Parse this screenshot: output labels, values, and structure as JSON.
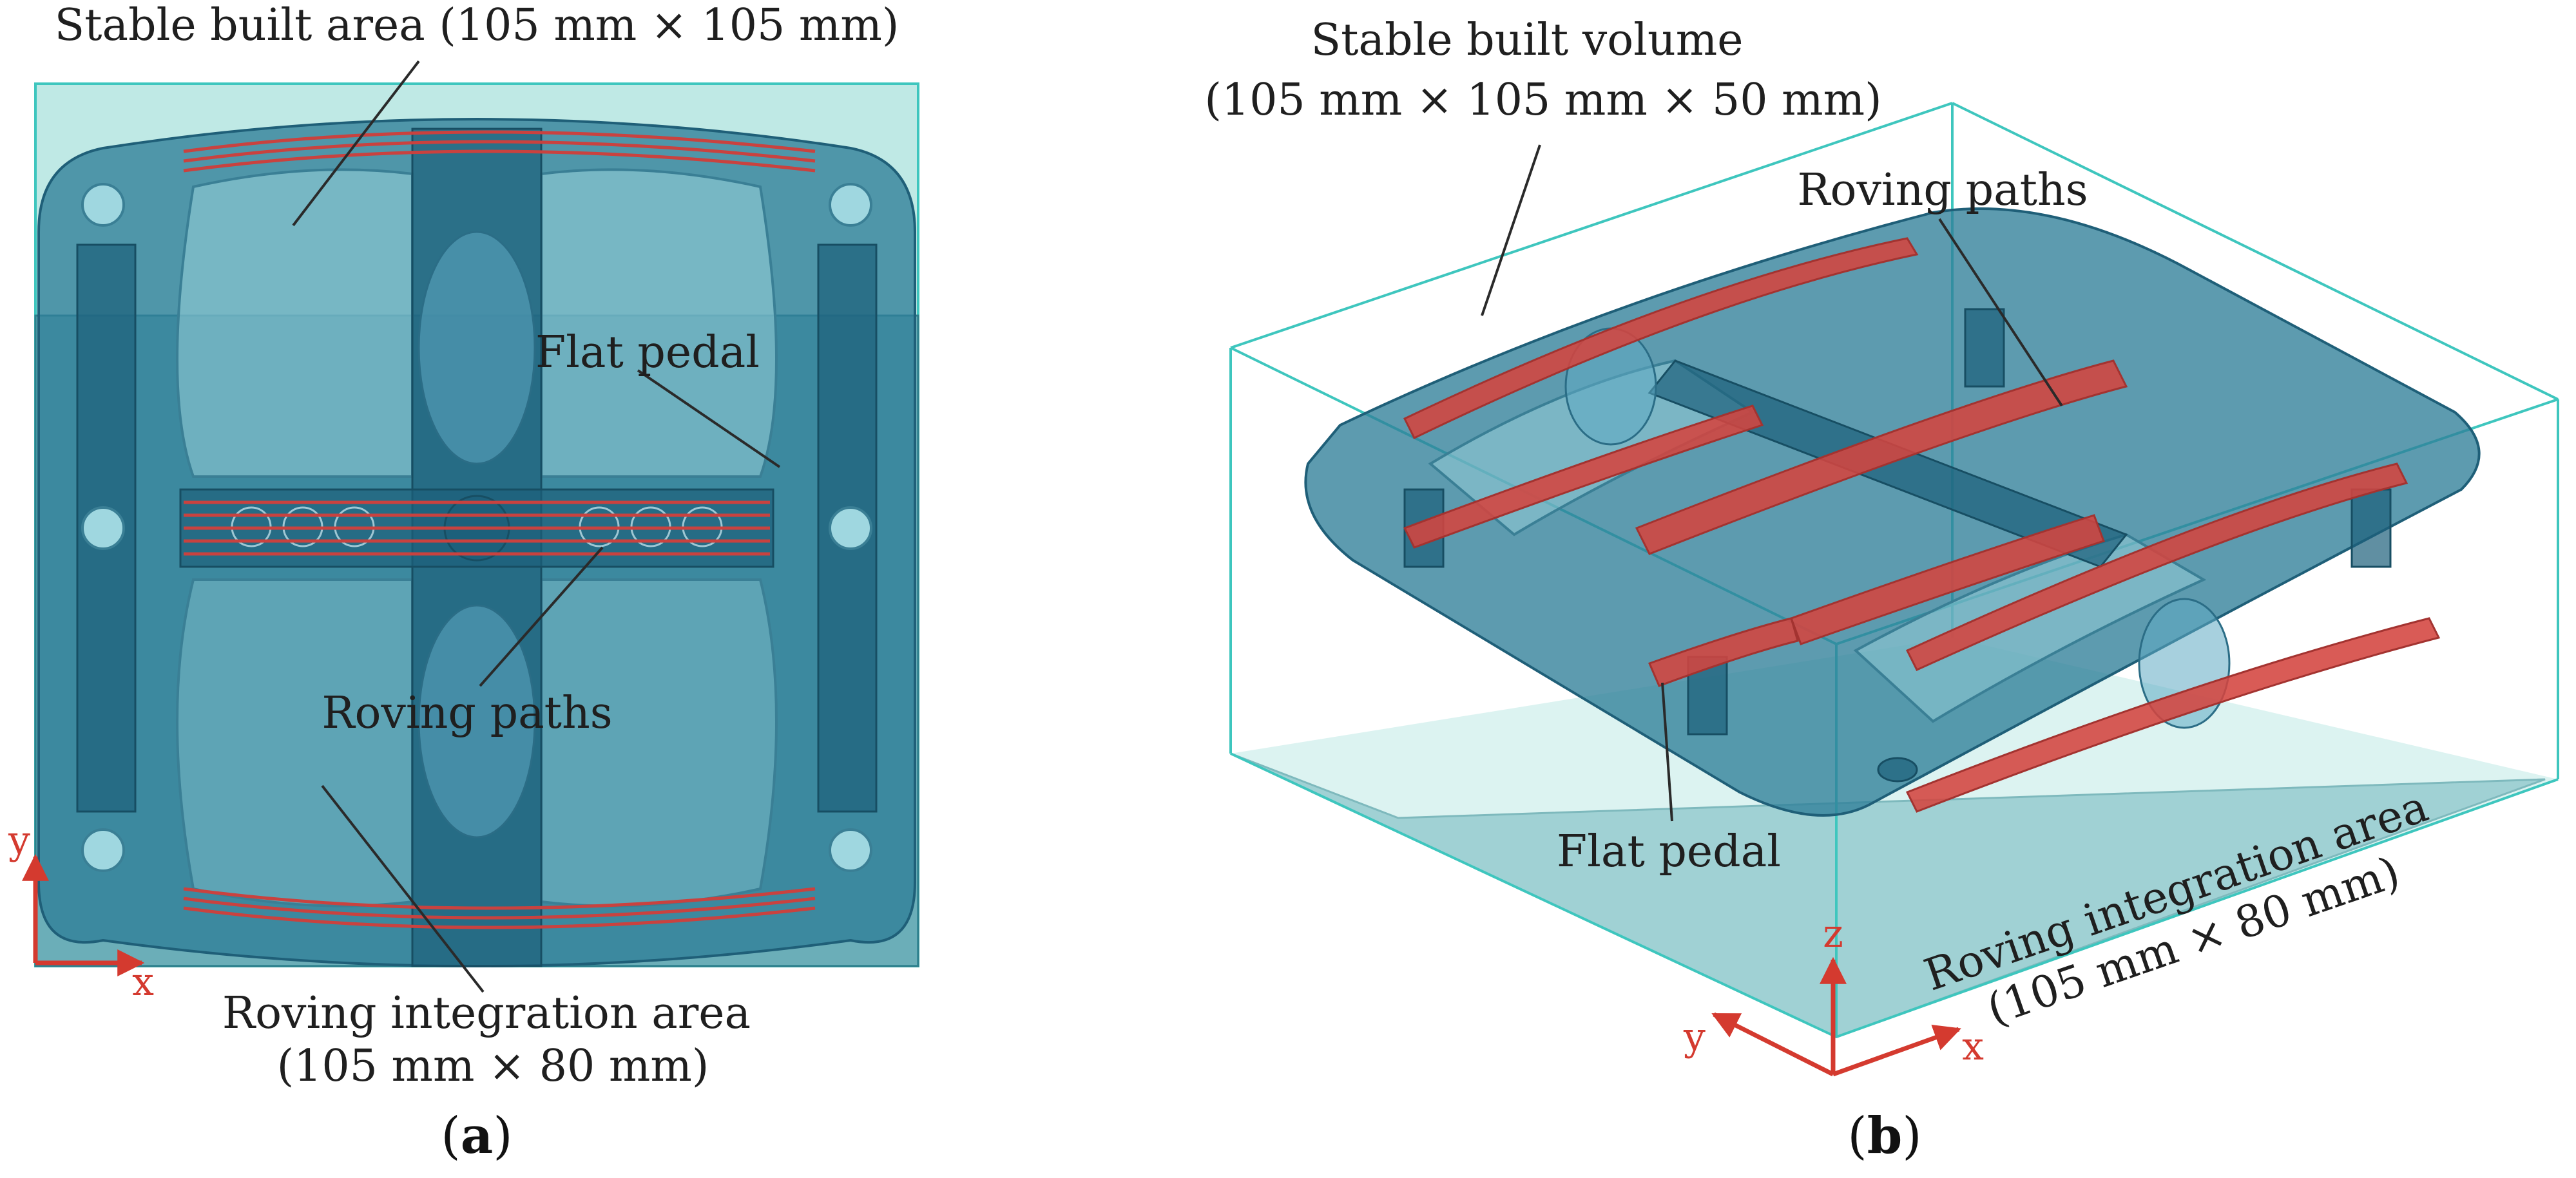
{
  "panel_a": {
    "caption_open": "(",
    "caption_letter": "a",
    "caption_close": ")",
    "label_stable_area": "Stable built area (105 mm × 105 mm)",
    "label_flat_pedal": "Flat pedal",
    "label_roving_paths": "Roving paths",
    "label_roving_area_line1": "Roving integration area",
    "label_roving_area_line2": "(105 mm × 80 mm)",
    "axis_x": "x",
    "axis_y": "y"
  },
  "panel_b": {
    "caption_open": "(",
    "caption_letter": "b",
    "caption_close": ")",
    "label_stable_volume_line1": "Stable built volume",
    "label_stable_volume_line2": "(105 mm × 105 mm × 50 mm)",
    "label_roving_paths": "Roving paths",
    "label_flat_pedal": "Flat pedal",
    "label_roving_area_line1": "Roving integration area",
    "label_roving_area_line2": "(105 mm × 80 mm)",
    "axis_x": "x",
    "axis_y": "y",
    "axis_z": "z"
  },
  "colors": {
    "stable_area": "#bfe9e5",
    "roving_area": "#4f9aa8",
    "pedal": "#2f7f99",
    "roving": "#d4443f",
    "axes": "#d43a2f",
    "box_edges": "#3ec6be"
  }
}
